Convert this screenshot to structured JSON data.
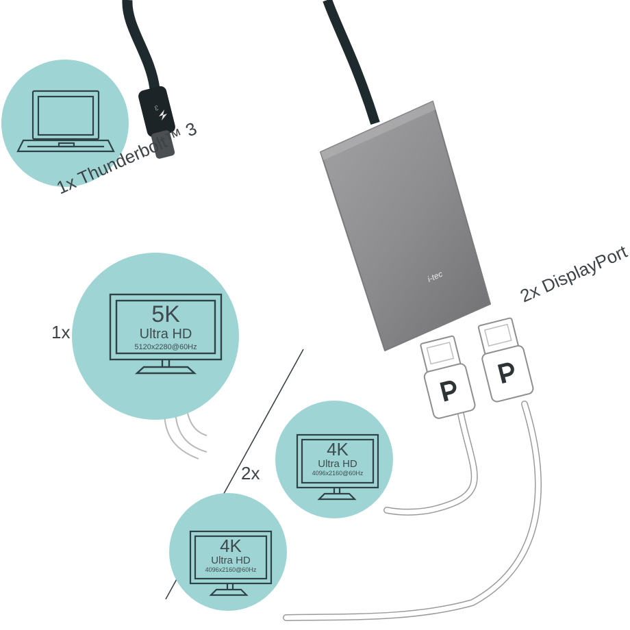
{
  "labels": {
    "thunderbolt": "1x Thunderbolt™ 3",
    "displayport": "2x DisplayPort",
    "count_5k": "1x",
    "count_4k": "2x"
  },
  "monitors": [
    {
      "res": "5K",
      "name": "Ultra HD",
      "spec": "5120x2280@60Hz"
    },
    {
      "res": "4K",
      "name": "Ultra HD",
      "spec": "4096x2160@60Hz"
    },
    {
      "res": "4K",
      "name": "Ultra HD",
      "spec": "4096x2160@60Hz"
    }
  ],
  "device": {
    "brand": "i-tec"
  },
  "colors": {
    "circle": "#9ed5d4",
    "line": "#2e4146",
    "adapter": "#8b8b8d",
    "cable": "#1f2a2e"
  },
  "icons": [
    "laptop-icon",
    "monitor-icon",
    "thunderbolt-icon",
    "displayport-icon"
  ]
}
